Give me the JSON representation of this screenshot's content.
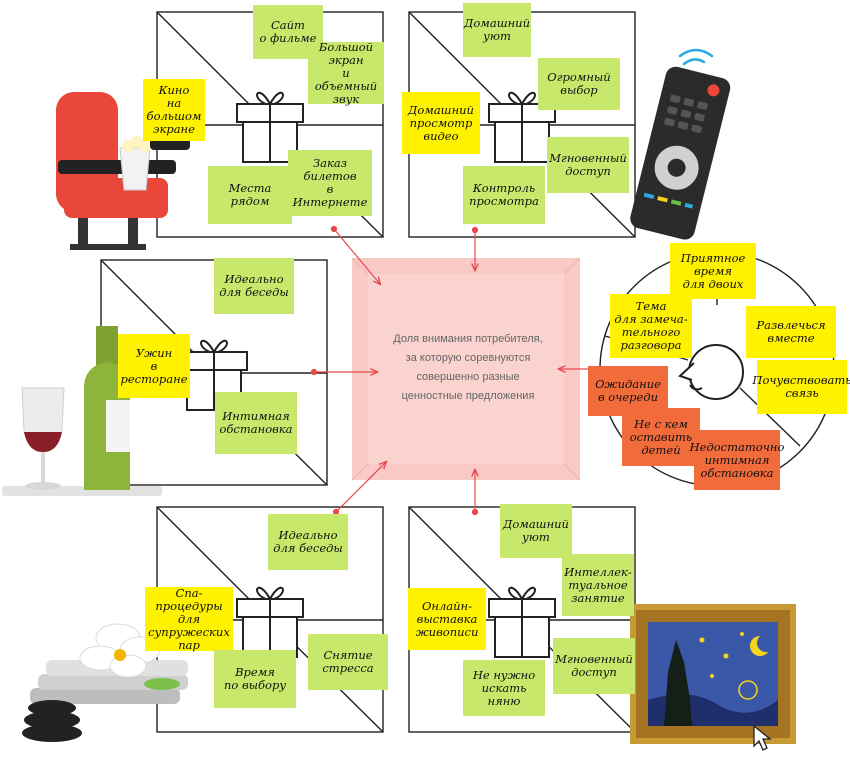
{
  "center": {
    "text": "Доля внимания потребителя,\nза которую соревнуются\nсовершенно разные\nценностные предложения"
  },
  "cinema": {
    "notes": [
      "Сайт\nо фильме",
      "Большой\nэкран\nи объемный\nзвук",
      "Кино\nна большом\nэкране",
      "Места\nрядом",
      "Заказ\nбилетов\nв Интернете"
    ]
  },
  "home_video": {
    "notes": [
      "Домашний\nуют",
      "Огромный\nвыбор",
      "Домашний\nпросмотр\nвидео",
      "Мгновенный\nдоступ",
      "Контроль\nпросмотра"
    ]
  },
  "restaurant": {
    "notes": [
      "Идеально\nдля беседы",
      "Ужин\nв ресторане",
      "Интимная\nобстановка"
    ]
  },
  "spa": {
    "notes": [
      "Идеально\nдля беседы",
      "Спа-\nпроцедуры для\nсупружеских\nпар",
      "Время\nпо выбору",
      "Снятие\nстресса"
    ]
  },
  "gallery": {
    "notes": [
      "Домашний\nуют",
      "Интеллек-\nтуальное\nзанятие",
      "Онлайн-\nвыставка\nживописи",
      "Мгновенный\nдоступ",
      "Не нужно\nискать няню"
    ]
  },
  "consumer": {
    "gains": [
      "Приятное\nвремя\nдля двоих",
      "Тема\nдля замеча-\nтельного\nразговора",
      "Развлечься\nвместе",
      "Почувствовать\nсвязь"
    ],
    "pains": [
      "Ожидание\nв очереди",
      "Не с кем\nоставить\nдетей",
      "Недостаточно\nинтимная\nобстановка"
    ]
  },
  "colors": {
    "yellow_note": "#fff200",
    "green_note": "#c8e86b",
    "orange_note": "#f26b3a",
    "center_fill": "#f9c9c5",
    "arrow": "#e8474a"
  }
}
